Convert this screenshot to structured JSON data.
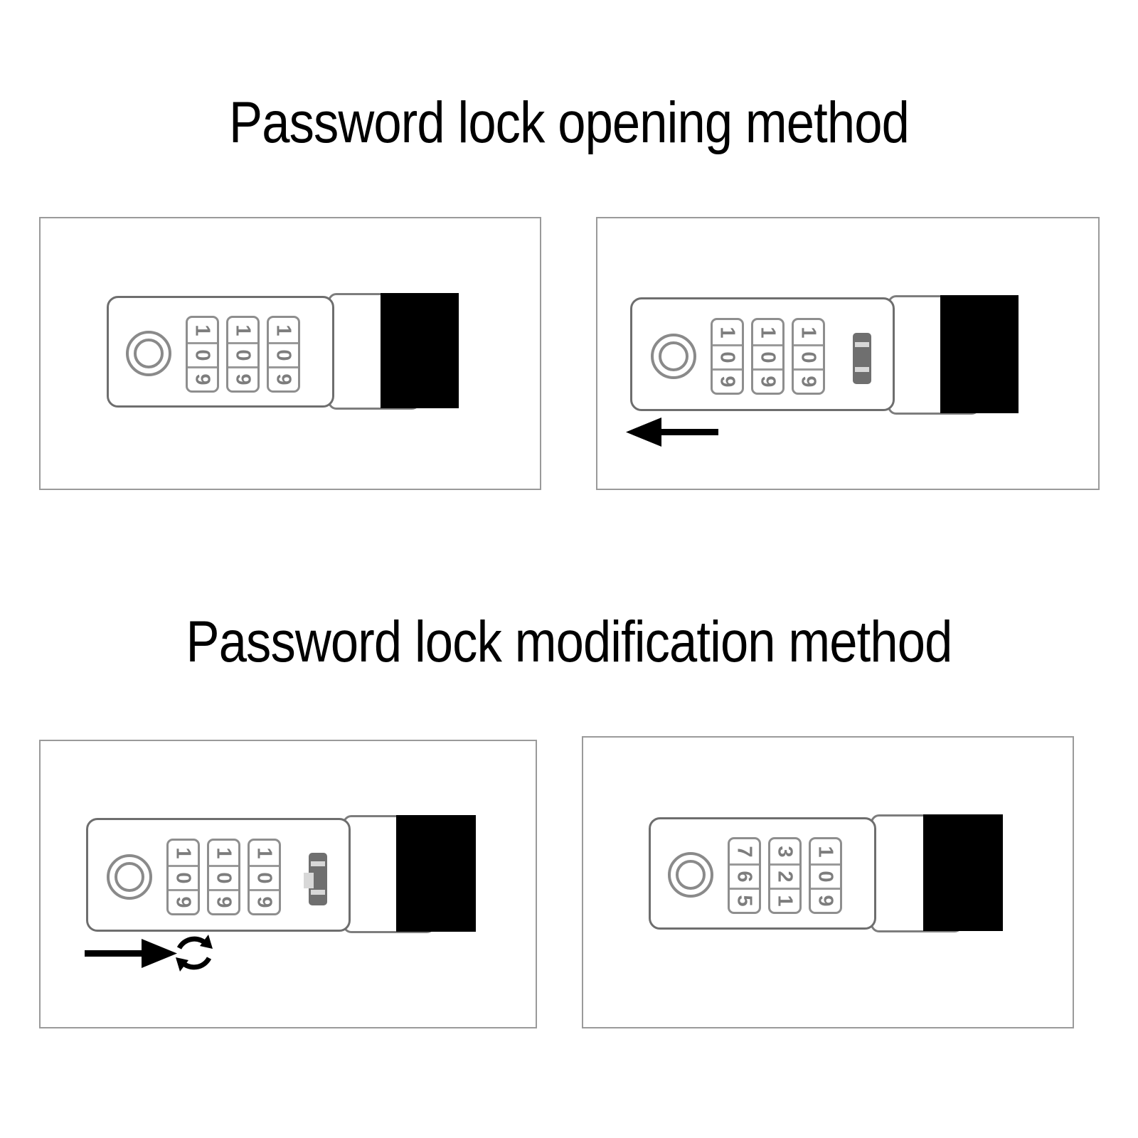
{
  "sections": [
    {
      "id": "opening",
      "title": "Password lock opening method",
      "panels": [
        {
          "id": "open-step-1",
          "keyhole": "keyhole-icon",
          "dials": [
            {
              "digits": [
                "1",
                "0",
                "9"
              ]
            },
            {
              "digits": [
                "1",
                "0",
                "9"
              ]
            },
            {
              "digits": [
                "1",
                "0",
                "9"
              ]
            }
          ],
          "has_slider": false,
          "slider_state": "",
          "arrow": null,
          "rotate_icon": null,
          "shackle": {
            "white": true,
            "black": true
          }
        },
        {
          "id": "open-step-2",
          "keyhole": "keyhole-icon",
          "dials": [
            {
              "digits": [
                "1",
                "0",
                "9"
              ]
            },
            {
              "digits": [
                "1",
                "0",
                "9"
              ]
            },
            {
              "digits": [
                "1",
                "0",
                "9"
              ]
            }
          ],
          "has_slider": true,
          "slider_state": "plain",
          "arrow": "arrow-left-icon",
          "rotate_icon": null,
          "shackle": {
            "white": true,
            "black": true
          }
        }
      ]
    },
    {
      "id": "modification",
      "title": "Password lock modification method",
      "panels": [
        {
          "id": "modify-step-1",
          "keyhole": "keyhole-icon",
          "dials": [
            {
              "digits": [
                "1",
                "0",
                "9"
              ]
            },
            {
              "digits": [
                "1",
                "0",
                "9"
              ]
            },
            {
              "digits": [
                "1",
                "0",
                "9"
              ]
            }
          ],
          "has_slider": true,
          "slider_state": "notched",
          "arrow": "arrow-right-icon",
          "rotate_icon": "rotate-ccw-icon",
          "shackle": {
            "white": true,
            "black": true
          }
        },
        {
          "id": "modify-step-2",
          "keyhole": "keyhole-icon",
          "dials": [
            {
              "digits": [
                "7",
                "6",
                "5"
              ]
            },
            {
              "digits": [
                "3",
                "2",
                "1"
              ]
            },
            {
              "digits": [
                "1",
                "0",
                "9"
              ]
            }
          ],
          "has_slider": false,
          "slider_state": "",
          "arrow": null,
          "rotate_icon": null,
          "shackle": {
            "white": true,
            "black": true
          }
        }
      ]
    }
  ],
  "colors": {
    "outline": "#6e6e6e",
    "dial_outline": "#8e8e8e",
    "digit": "#7d7d7d",
    "panel_border": "#9a9a9a",
    "slider": "#6f6f6f",
    "slider_ridge": "#d8d8d8",
    "shackle_black": "#000000",
    "arrow": "#000000",
    "background": "#ffffff",
    "title": "#000000"
  }
}
